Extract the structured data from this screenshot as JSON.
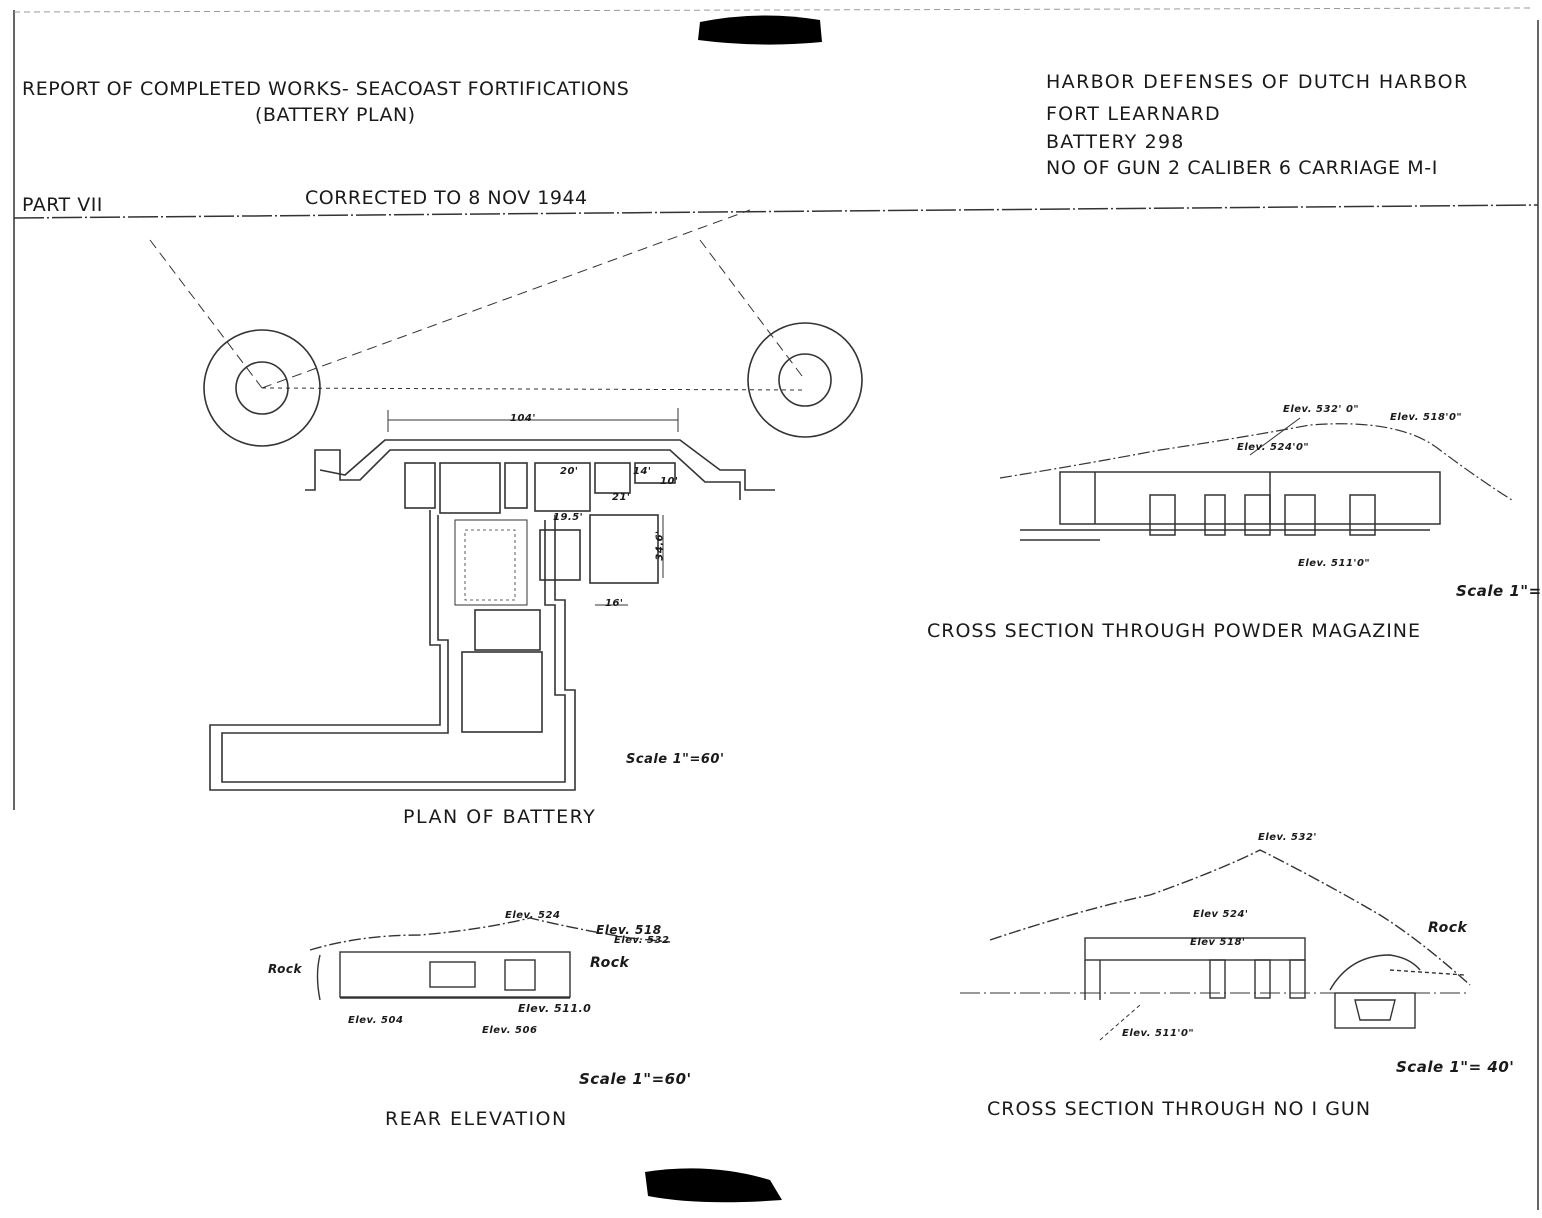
{
  "header": {
    "report_title": "REPORT OF COMPLETED WORKS- SEACOAST FORTIFICATIONS",
    "report_subtitle": "(BATTERY PLAN)",
    "part": "PART VII",
    "corrected": "CORRECTED TO  8 NOV 1944",
    "harbor": "HARBOR  DEFENSES OF DUTCH HARBOR",
    "fort": "FORT  LEARNARD",
    "battery": "BATTERY  298",
    "gun_info": "NO OF GUN 2  CALIBER 6  CARRIAGE  M-I"
  },
  "plan": {
    "caption": "PLAN  OF  BATTERY",
    "scale": "Scale  1\"=60'",
    "dimensions": {
      "width_top": "104'",
      "d20": "20'",
      "d21": "21'",
      "d14": "14'",
      "d10": "10'",
      "d19": "19.5'",
      "d16": "16'",
      "d34": "34.6'"
    }
  },
  "powder_magazine": {
    "caption": "CROSS SECTION  THROUGH  POWDER  MAGAZINE",
    "scale": "Scale  1\"=",
    "elevations": {
      "e532": "Elev. 532' 0\"",
      "e518": "Elev. 518'0\"",
      "e524": "Elev. 524'0\"",
      "e511": "Elev. 511'0\""
    }
  },
  "rear_elevation": {
    "caption": "REAR   ELEVATION",
    "scale": "Scale  1\"=60'",
    "labels": {
      "rock_left": "Rock",
      "rock_right": "Rock",
      "e524": "Elev. 524",
      "e518": "Elev. 518",
      "e532": "Elev. 532",
      "e511": "Elev. 511.0",
      "e504": "Elev. 504",
      "e506": "Elev. 506"
    }
  },
  "gun_section": {
    "caption": "CROSS  SECTION  THROUGH  NO I  GUN",
    "scale": "Scale  1\"= 40'",
    "labels": {
      "e532": "Elev. 532'",
      "e524": "Elev 524'",
      "e518": "Elev 518'",
      "e511": "Elev. 511'0\"",
      "rock": "Rock"
    }
  },
  "colors": {
    "ink": "#1a1a1a",
    "paper": "#ffffff",
    "redaction": "#000000"
  }
}
